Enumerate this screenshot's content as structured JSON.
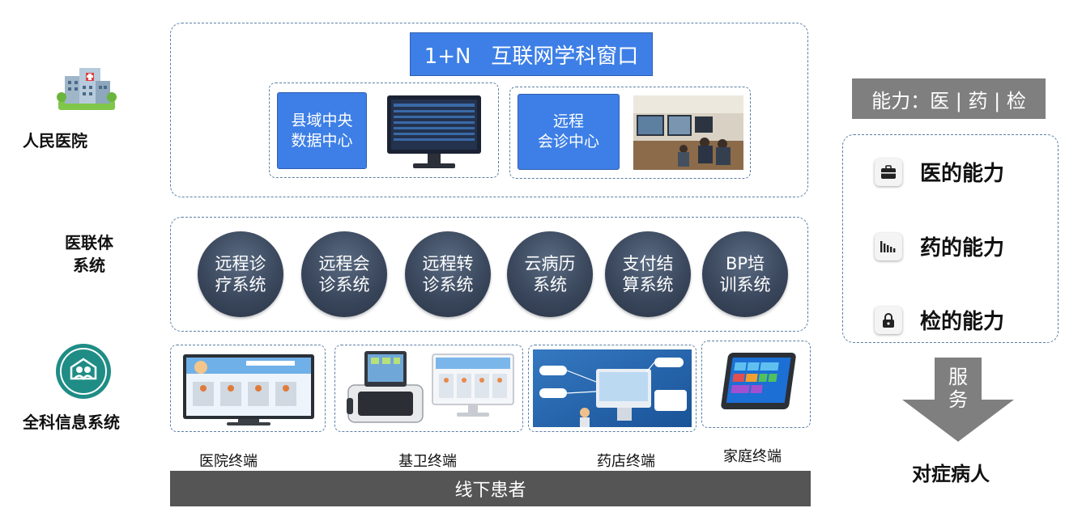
{
  "left_labels": {
    "hospital": "人民医院",
    "alliance_line1": "医联体",
    "alliance_line2": "系统",
    "gp": "全科信息系统"
  },
  "top": {
    "title": "1+N   互联网学科窗口",
    "data_center_line1": "县域中央",
    "data_center_line2": "数据中心",
    "consult_line1": "远程",
    "consult_line2": "会诊中心"
  },
  "systems": [
    {
      "line1": "远程诊",
      "line2": "疗系统"
    },
    {
      "line1": "远程会",
      "line2": "诊系统"
    },
    {
      "line1": "远程转",
      "line2": "诊系统"
    },
    {
      "line1": "云病历",
      "line2": "系统"
    },
    {
      "line1": "支付结",
      "line2": "算系统"
    },
    {
      "line1": "BP培",
      "line2": "训系统"
    }
  ],
  "terminals": [
    "医院终端",
    "基卫终端",
    "药店终端",
    "家庭终端"
  ],
  "bottom_bar": "线下患者",
  "right": {
    "header": "能力：医 | 药 | 检",
    "capabilities": [
      {
        "label": "医的能力",
        "icon": "briefcase-icon"
      },
      {
        "label": "药的能力",
        "icon": "bar-chart-icon"
      },
      {
        "label": "检的能力",
        "icon": "lock-icon"
      }
    ],
    "arrow_line1": "服",
    "arrow_line2": "务",
    "result": "对症病人"
  },
  "colors": {
    "accent_blue": "#3d7fe6",
    "circle_dark": "#3a475c",
    "gray_bar": "#555555",
    "dashed_border": "#5b7fa6"
  }
}
